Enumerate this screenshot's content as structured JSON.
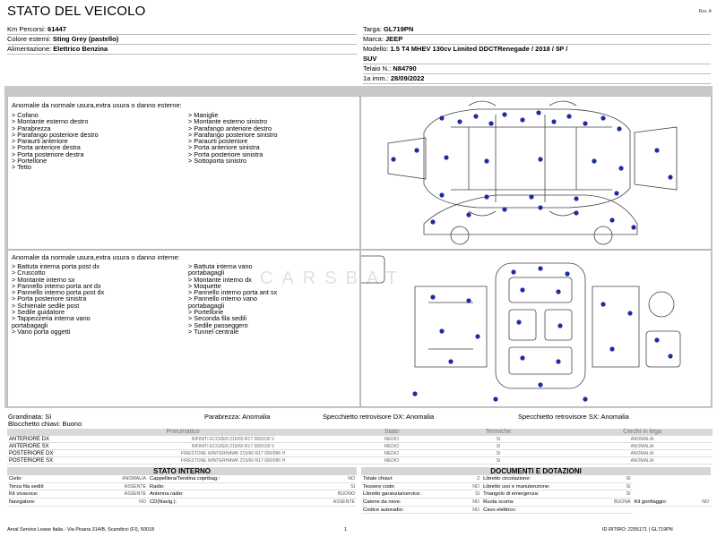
{
  "title": "STATO DEL VEICOLO",
  "rev": "Rev. A",
  "vehicle_left": [
    {
      "label": "Km Percorsi:",
      "value": "61447"
    },
    {
      "label": "Colore esterni:",
      "value": "Sting Grey (pastello)"
    },
    {
      "label": "Alimentazione:",
      "value": "Elettrico Benzina"
    }
  ],
  "vehicle_right": {
    "targa_label": "Targa:",
    "targa": "GL719PN",
    "marca_label": "Marca:",
    "marca": "JEEP",
    "modello_label": "Modello:",
    "modello": "1.5 T4 MHEV 130cv Limited DDCTRenegade / 2018 / 5P /",
    "modello_cont": "SUV",
    "telaio_label": "Telaio N.:",
    "telaio": "N84790",
    "immatricolazione_label": "1a imm.:",
    "immatricolazione": "28/09/2022"
  },
  "esterni": {
    "heading": "Anomalie da normale usura,extra usura o danno esterne:",
    "col1": [
      "> Cofano",
      "> Montante esterno destro",
      "> Parabrezza",
      "> Parafango posteriore destro",
      "> Paraurti anteriore",
      "> Porta anteriore destra",
      "> Porta posteriore destra",
      "> Portellone",
      "> Tetto"
    ],
    "col2": [
      "> Maniglie",
      "> Montante esterno sinistro",
      "> Parafango anteriore destro",
      "> Parafango posteriore sinistro",
      "> Paraurti posteriore",
      "> Porta anteriore sinistra",
      "> Porta posteriore sinistra",
      "> Sottoporta sinistro"
    ]
  },
  "interni": {
    "heading": "Anomalie da normale usura,extra usura o danno interne:",
    "col1": [
      "> Battuta interna porta post dx",
      "> Cruscotto",
      "> Montante interno sx",
      "> Pannello interno porta ant dx",
      "> Pannello interno porta post dx",
      "> Porta posteriore sinistra",
      "> Schienale sedile post",
      "> Sedile guidatore",
      "> Tappezzeria interna vano",
      "portabagagli",
      "> Vano porta oggetti"
    ],
    "col2": [
      "> Battuta interna vano",
      "portabagagli",
      "> Montante interno dx",
      "> Moquette",
      "> Pannello interno porta ant sx",
      "> Pannello interno vano",
      "portabagagli",
      "> Portellone",
      "> Seconda fila sedili",
      "> Sedile passeggero",
      "> Tunnel centrale"
    ]
  },
  "summary": {
    "grandinata": "Grandinata: Sì",
    "parabrezza": "Parabrezza: Anomalia",
    "specchio_dx": "Specchietto retrovisore DX: Anomalia",
    "specchio_sx": "Specchietto retrovisore SX: Anomalia",
    "blocchetto": "Blocchetto chiavi: Buono"
  },
  "tyres": {
    "headers": [
      "Pneumatico",
      "Stato",
      "Termiche",
      "Cerchi in lega"
    ],
    "rows": [
      {
        "pos": "ANTERIORE DX",
        "desc": "INFINITI ECOZEN 215/60 R17 000/100 V",
        "stato": "MEDIO",
        "termiche": "SI",
        "cerchi": "ANOMALIA"
      },
      {
        "pos": "ANTERIORE SX",
        "desc": "INFINITI ECOZEN 215/60 R17 000/100 V",
        "stato": "MEDIO",
        "termiche": "SI",
        "cerchi": "ANOMALIA"
      },
      {
        "pos": "POSTERIORE DX",
        "desc": "FIRESTONE WINTERHAWK 215/60 R17 000/096 H",
        "stato": "MEDIO",
        "termiche": "SI",
        "cerchi": "ANOMALIA"
      },
      {
        "pos": "POSTERIORE SX",
        "desc": "FIRESTONE WINTERHAWK 215/60 R17 000/096 H",
        "stato": "MEDIO",
        "termiche": "SI",
        "cerchi": "ANOMALIA"
      }
    ]
  },
  "stato_interno": {
    "title": "STATO INTERNO",
    "rows": [
      [
        {
          "k": "Cielo:",
          "v": "ANOMALIA"
        },
        {
          "k": "Cappelliera/Tendina copribag.:",
          "v": "NO"
        }
      ],
      [
        {
          "k": "Terza fila sedili:",
          "v": "ASSENTE"
        },
        {
          "k": "Radio:",
          "v": "SI"
        }
      ],
      [
        {
          "k": "Kit vivavoce:",
          "v": "ASSENTE"
        },
        {
          "k": "Antenna radio:",
          "v": "BUONO"
        }
      ],
      [
        {
          "k": "Navigatore:",
          "v": "NO"
        },
        {
          "k": "CD(Navig.):",
          "v": "ASSENTE"
        }
      ]
    ]
  },
  "documenti": {
    "title": "DOCUMENTI E DOTAZIONI",
    "rows": [
      [
        {
          "k": "Totale chiavi:",
          "v": "2"
        },
        {
          "k": "Libretto circolazione:",
          "v": "SI"
        }
      ],
      [
        {
          "k": "Tessere code:",
          "v": "NO"
        },
        {
          "k": "Libretto uso e manutenzione:",
          "v": "SI"
        }
      ],
      [
        {
          "k": "Libretto garanzia/service:",
          "v": "SI"
        },
        {
          "k": "Triangolo di emergenza:",
          "v": "SI"
        }
      ],
      [
        {
          "k": "Catene da neve:",
          "v": "NO"
        },
        {
          "k": "Ruota scorta:",
          "v": "BUONA"
        },
        {
          "k": "Kit gonfiaggio:",
          "v": "NO"
        }
      ],
      [
        {
          "k": "Codice autoradio:",
          "v": "NO"
        },
        {
          "k": "Cavo elettrico:",
          "v": ""
        }
      ]
    ]
  },
  "footer": {
    "left": "Arval Service Lease Italia - Via Pisana 314/B, Scandicci (FI), 50018",
    "page": "1",
    "right": "ID RITIRO: 2255171 | GL719PN"
  },
  "watermark": "CARSBAT",
  "colors": {
    "band": "#c8c8c8",
    "dot": "#1f2ba0"
  }
}
